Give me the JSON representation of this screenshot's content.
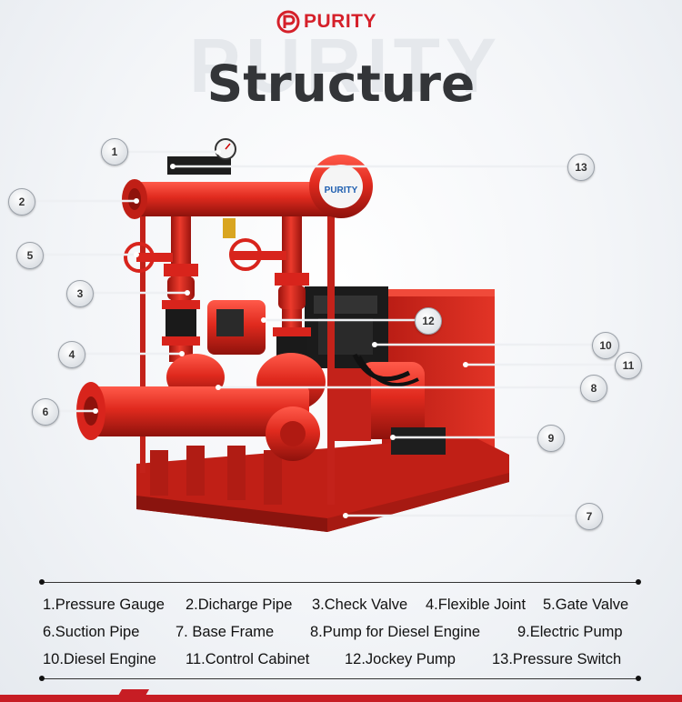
{
  "brand": {
    "logo_text": "PURITY",
    "watermark": "PURITY",
    "plate_text": "PURITY"
  },
  "title": "Structure",
  "colors": {
    "brand_red": "#d5202a",
    "machine_red": "#d8241c",
    "title_gray": "#333538"
  },
  "callouts": [
    "1",
    "2",
    "3",
    "4",
    "5",
    "6",
    "7",
    "8",
    "9",
    "10",
    "11",
    "12",
    "13"
  ],
  "legend": {
    "row1": [
      "1.Pressure Gauge",
      "2.Dicharge Pipe",
      "3.Check Valve",
      "4.Flexible Joint",
      "5.Gate Valve"
    ],
    "row2": [
      "6.Suction Pipe",
      "7. Base Frame",
      "8.Pump for Diesel Engine",
      "9.Electric Pump"
    ],
    "row3": [
      "10.Diesel Engine",
      "11.Control Cabinet",
      "12.Jockey Pump",
      "13.Pressure Switch"
    ]
  }
}
